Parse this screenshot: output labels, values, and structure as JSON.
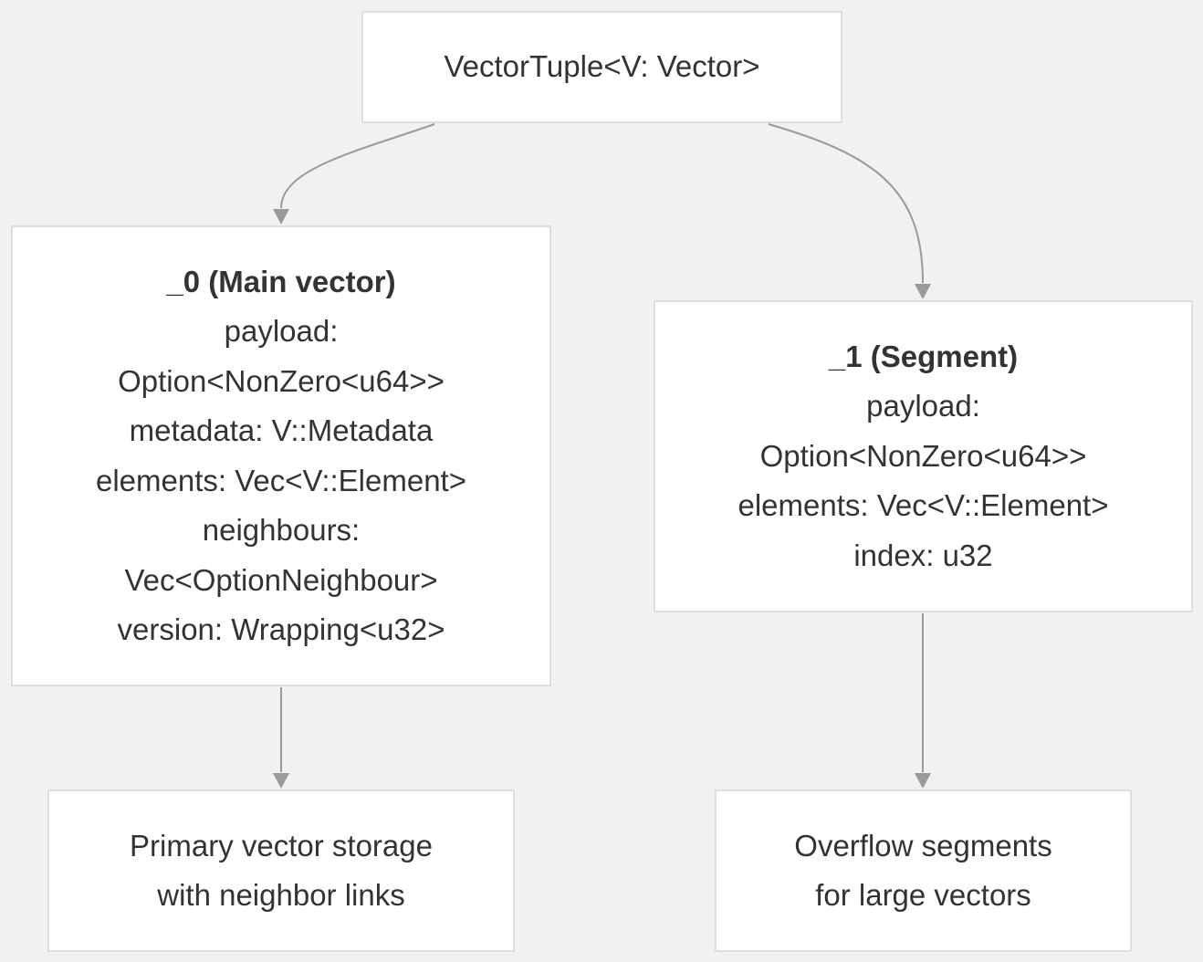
{
  "diagram": {
    "nodes": {
      "root": {
        "title": "VectorTuple<V: Vector>"
      },
      "main_vector": {
        "title": "_0 (Main vector)",
        "lines": [
          "payload:",
          "Option<NonZero<u64>>",
          "metadata: V::Metadata",
          "elements: Vec<V::Element>",
          "neighbours:",
          "Vec<OptionNeighbour>",
          "version: Wrapping<u32>"
        ]
      },
      "segment": {
        "title": "_1 (Segment)",
        "lines": [
          "payload:",
          "Option<NonZero<u64>>",
          "elements: Vec<V::Element>",
          "index: u32"
        ]
      },
      "primary_storage": {
        "lines": [
          "Primary vector storage",
          "with neighbor links"
        ]
      },
      "overflow_segments": {
        "lines": [
          "Overflow segments",
          "for large vectors"
        ]
      }
    },
    "edges": [
      {
        "from": "root",
        "to": "main_vector"
      },
      {
        "from": "root",
        "to": "segment"
      },
      {
        "from": "main_vector",
        "to": "primary_storage"
      },
      {
        "from": "segment",
        "to": "overflow_segments"
      }
    ],
    "colors": {
      "background": "#f2f1f0",
      "node_fill": "#ffffff",
      "node_border": "#dedede",
      "edge": "#9a9a9a",
      "text": "#333333"
    }
  }
}
